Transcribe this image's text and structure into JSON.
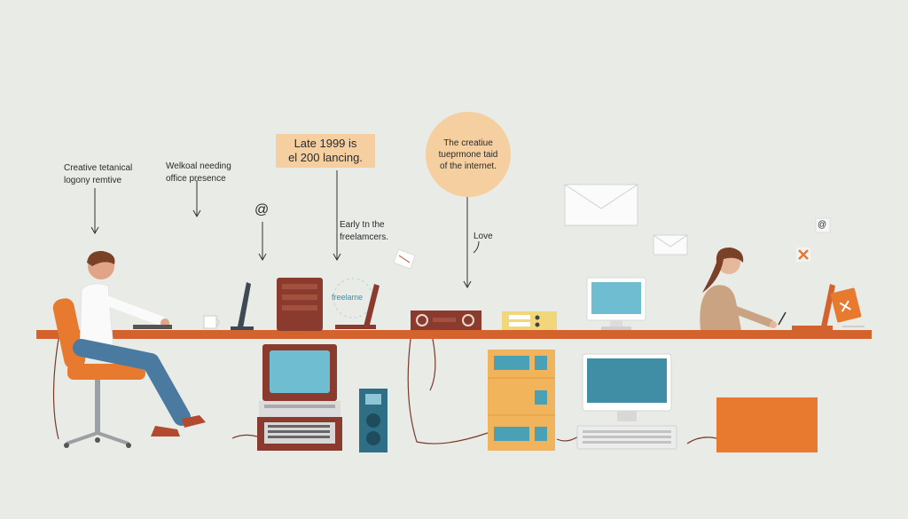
{
  "annotations": {
    "creative": [
      "Creative tetanical",
      "logony remtive"
    ],
    "office": [
      "Welkoal needing",
      "office presence"
    ],
    "late": [
      "Late 1999 is",
      "el 200 lancing."
    ],
    "early": [
      "Early tn the",
      "freelamcers."
    ],
    "circle": [
      "The creatiue",
      "tueprmone taid",
      "of the internet."
    ],
    "love": "Love",
    "at_symbol": "@",
    "at_small": "@",
    "screen_text": "freelame"
  },
  "colors": {
    "background": "#e9ebe6",
    "desk": "#d4622c",
    "accent_orange": "#e77a2f",
    "peach": "#f5cfa0",
    "screen_blue": "#6fbdd0",
    "brown": "#8a3b2d"
  }
}
